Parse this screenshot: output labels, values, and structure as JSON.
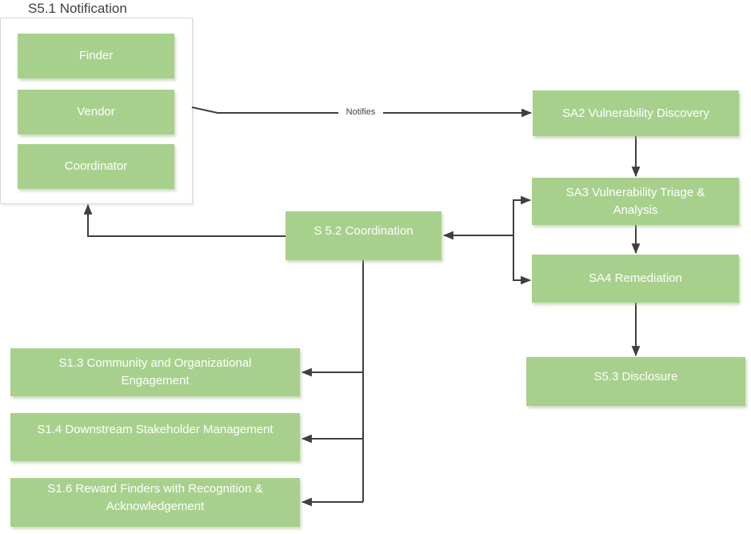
{
  "diagram": {
    "group": {
      "title": "S5.1 Notification",
      "nodes": [
        {
          "id": "finder",
          "label": "Finder"
        },
        {
          "id": "vendor",
          "label": "Vendor"
        },
        {
          "id": "coordinator",
          "label": "Coordinator"
        }
      ]
    },
    "nodes": {
      "sa2": {
        "label": "SA2 Vulnerability Discovery"
      },
      "sa3": {
        "label": "SA3 Vulnerability Triage & Analysis"
      },
      "sa4": {
        "label": "SA4 Remediation"
      },
      "s53": {
        "label": "S5.3 Disclosure"
      },
      "s52": {
        "label": "S 5.2 Coordination"
      },
      "s13": {
        "label": "S1.3 Community and Organizational Engagement"
      },
      "s14": {
        "label": "S1.4 Downstream Stakeholder Management"
      },
      "s16": {
        "label": "S1.6 Reward Finders with Recognition & Acknowledgement"
      }
    },
    "edge_labels": {
      "notifies": "Notifies"
    },
    "colors": {
      "node_fill": "#a8d08d",
      "node_text": "#ffffff",
      "connector": "#3f3f3f",
      "group_border": "#d8d8d8",
      "title_text": "#404040",
      "background": "#ffffff"
    }
  }
}
